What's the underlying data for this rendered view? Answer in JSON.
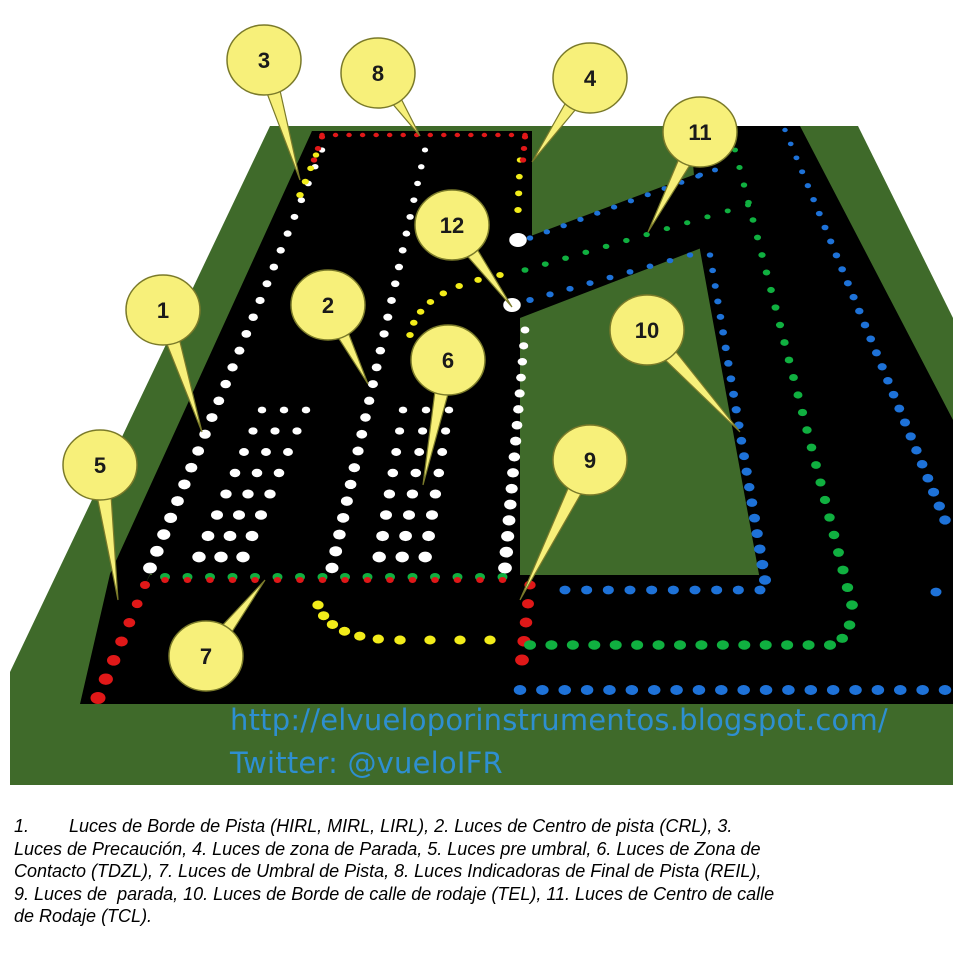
{
  "diagram": {
    "callouts": [
      "1",
      "2",
      "3",
      "4",
      "5",
      "6",
      "7",
      "8",
      "9",
      "10",
      "11",
      "12"
    ],
    "colors": {
      "grass": "#3f6a2a",
      "pavement": "#000000",
      "white_light": "#ffffff",
      "red_light": "#e01818",
      "yellow_light": "#f2ec1a",
      "green_light": "#10b040",
      "blue_light": "#1e72d8",
      "callout_fill": "#f7f07a",
      "callout_stroke": "#7a7a2a",
      "watermark": "#2e8fd0"
    }
  },
  "watermark": {
    "url": "http://elvueloporinstrumentos.blogspot.com/",
    "twitter": "Twitter: @vueloIFR"
  },
  "caption": {
    "lines": [
      "1.        Luces de Borde de Pista (HIRL, MIRL, LIRL), 2. Luces de Centro de pista (CRL), 3.",
      "Luces de Precaución, 4. Luces de zona de Parada, 5. Luces pre umbral, 6. Luces de Zona de",
      "Contacto (TDZL), 7. Luces de Umbral de Pista, 8. Luces Indicadoras de Final de Pista (REIL),",
      "9. Luces de  parada, 10. Luces de Borde de calle de rodaje (TEL), 11. Luces de Centro de calle",
      "de Rodaje (TCL)."
    ]
  }
}
